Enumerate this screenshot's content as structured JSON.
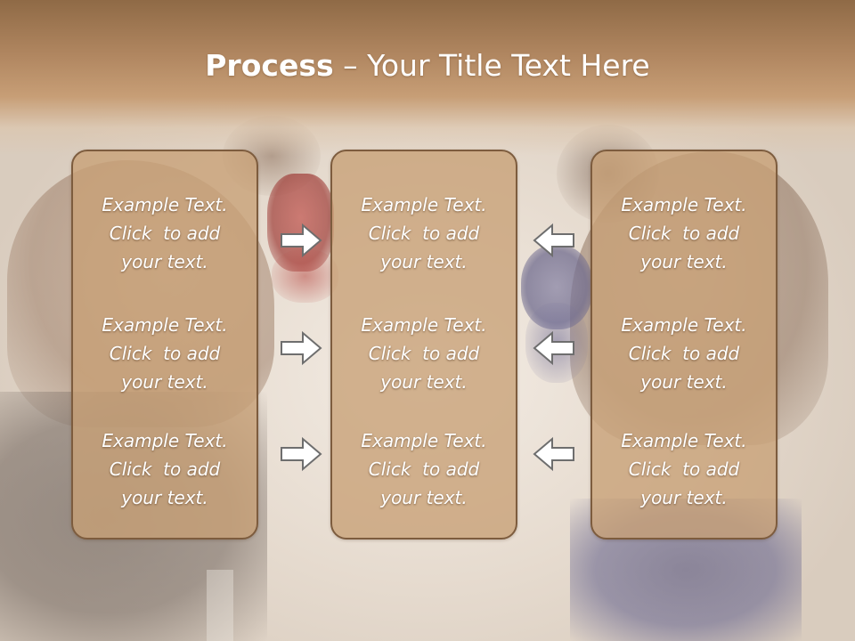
{
  "slide": {
    "title_bold": "Process",
    "title_rest": " – Your Title Text Here"
  },
  "boxes": [
    {
      "items": [
        {
          "line1": "Example Text.",
          "line2": "Click  to add",
          "line3": "your text."
        },
        {
          "line1": "Example Text.",
          "line2": "Click  to add",
          "line3": "your text."
        },
        {
          "line1": "Example Text.",
          "line2": "Click  to add",
          "line3": "your text."
        }
      ]
    },
    {
      "items": [
        {
          "line1": "Example Text.",
          "line2": "Click  to add",
          "line3": "your text."
        },
        {
          "line1": "Example Text.",
          "line2": "Click  to add",
          "line3": "your text."
        },
        {
          "line1": "Example Text.",
          "line2": "Click  to add",
          "line3": "your text."
        }
      ]
    },
    {
      "items": [
        {
          "line1": "Example Text.",
          "line2": "Click  to add",
          "line3": "your text."
        },
        {
          "line1": "Example Text.",
          "line2": "Click  to add",
          "line3": "your text."
        },
        {
          "line1": "Example Text.",
          "line2": "Click  to add",
          "line3": "your text."
        }
      ]
    }
  ],
  "arrows": {
    "left_group": "right-arrow-icon",
    "right_group": "left-arrow-icon",
    "fill": "#ffffff",
    "stroke": "#6e6e6e"
  },
  "colors": {
    "header": "#b08660",
    "box_fill": "#c8a076",
    "box_border": "#7d5c3e",
    "text": "#ffffff"
  }
}
